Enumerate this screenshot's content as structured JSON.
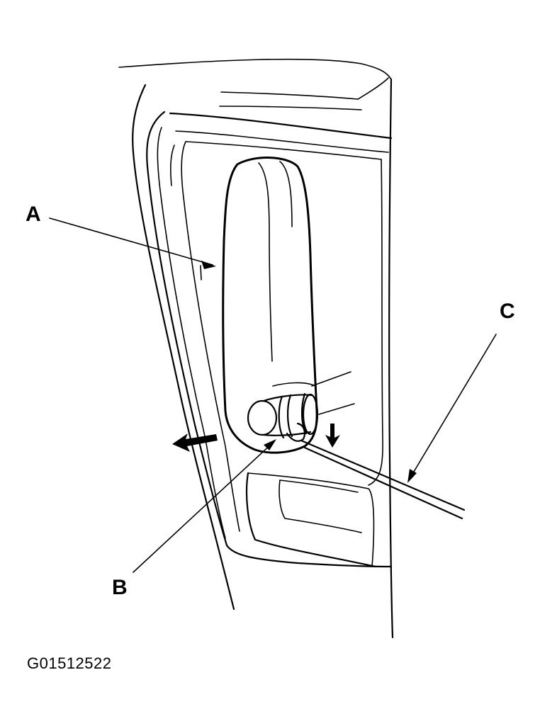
{
  "callouts": {
    "a": "A",
    "b": "B",
    "c": "C"
  },
  "figure_code": "G01512522",
  "icons": {
    "removal_arrow": "arrow-left-icon",
    "socket_arrow": "arrow-down-icon"
  }
}
